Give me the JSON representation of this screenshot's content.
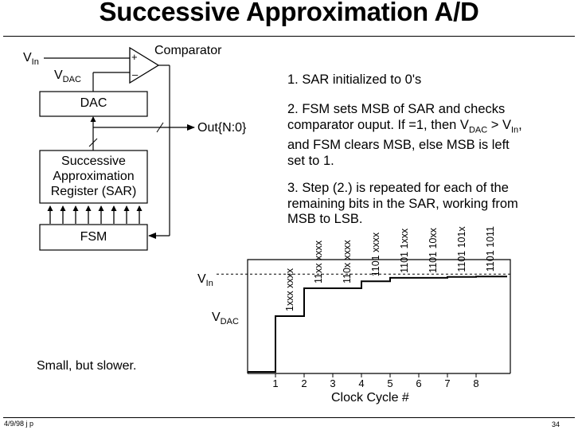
{
  "title": "Successive Approximation A/D",
  "diagram": {
    "vin_label": "V",
    "vin_sub": "In",
    "vdac_label": "V",
    "vdac_sub": "DAC",
    "comparator_label": "Comparator",
    "comparator_plus": "+",
    "comparator_minus": "–",
    "dac_label": "DAC",
    "sar_lines": [
      "Successive",
      "Approximation",
      "Register (SAR)"
    ],
    "fsm_label": "FSM",
    "out_label": "Out{N:0}"
  },
  "steps": {
    "step1": "1.  SAR initialized to 0's",
    "step2_a": "2.  FSM sets MSB of SAR and checks comparator ouput.  If =1, then V",
    "step2_sub1": "DAC",
    "step2_b": " > V",
    "step2_sub2": "In",
    "step2_c": ", and FSM clears MSB, else MSB is left set to 1.",
    "step3": "3.  Step (2.) is repeated for each of the remaining bits in the SAR, working from MSB to LSB."
  },
  "chart_data": {
    "type": "line",
    "xlabel": "Clock Cycle #",
    "ylabel_top": "V",
    "ylabel_top_sub": "In",
    "ylabel_bottom": "V",
    "ylabel_bottom_sub": "DAC",
    "x_ticks": [
      "1",
      "2",
      "3",
      "4",
      "5",
      "6",
      "7",
      "8"
    ],
    "codes": [
      "1xxx xxxx",
      "11xx xxxx",
      "110x xxxx",
      "1101 xxxx",
      "1101 1xxx",
      "1101 10xx",
      "1101 101x",
      "1101 1011"
    ],
    "vdac_levels": [
      0,
      0.5,
      0.75,
      0.75,
      0.8125,
      0.84375,
      0.84375,
      0.8516,
      0.8555
    ],
    "vin_level": 0.8555
  },
  "note": "Small, but slower.",
  "footer": {
    "date": "4/9/98  j p",
    "page": "34"
  }
}
